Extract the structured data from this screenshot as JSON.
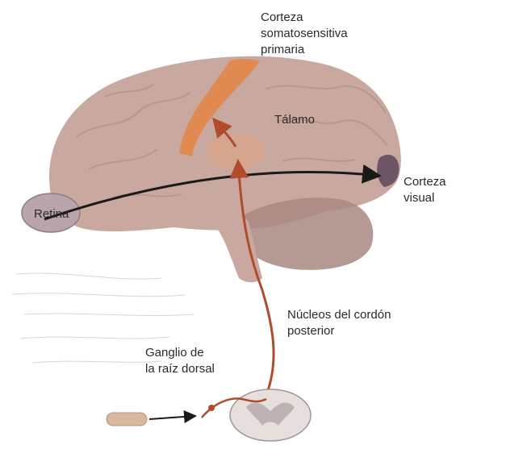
{
  "labels": {
    "cortex_somato": [
      "Corteza",
      "somatosensitiva",
      "primaria"
    ],
    "thalamus": "Tálamo",
    "visual_cortex": [
      "Corteza",
      "visual"
    ],
    "retina": "Retina",
    "dorsal_column_nuclei": [
      "Núcleos del cordón",
      "posterior"
    ],
    "dorsal_root_ganglion": [
      "Ganglio de",
      "la raíz dorsal"
    ]
  },
  "colors": {
    "brain": "#c9a8a0",
    "brain_fold": "#a88880",
    "somatosensory_cortex": "#e08a52",
    "thalamus": "#d6a48c",
    "visual_cortex_area": "#6e5566",
    "retina": "#b8a4aa",
    "pathway_somatic": "#b24a2c",
    "pathway_visual": "#1a1a1a",
    "spinal_cord": "#e6dfdc",
    "spinal_gray_matter": "#bfb2b2"
  }
}
